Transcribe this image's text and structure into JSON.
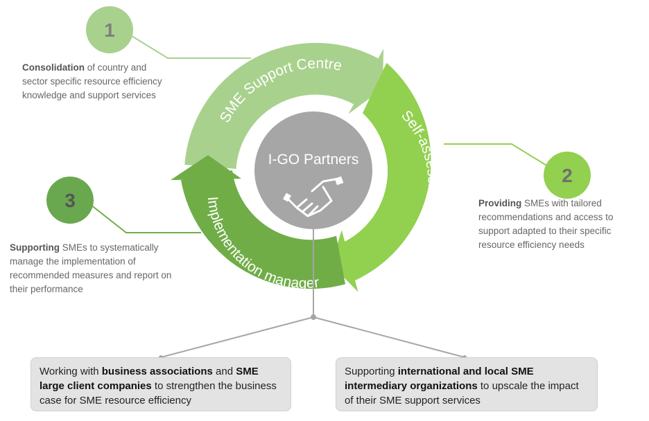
{
  "center": {
    "label": "I-GO Partners",
    "icon": "handshake-icon"
  },
  "ring": {
    "arc1_label": "SME Support Centre",
    "arc2_label": "Self-assessment tool",
    "arc3_label": "Implementation manager"
  },
  "steps": [
    {
      "number": "1",
      "bold": "Consolidation",
      "text": " of country and sector specific resource efficiency knowledge and support services"
    },
    {
      "number": "2",
      "bold": "Providing",
      "text": " SMEs with tailored recommendations and access to support adapted to their specific resource efficiency needs"
    },
    {
      "number": "3",
      "bold": "Supporting",
      "text": " SMEs to systematically manage the implementation of recommended measures and report on their performance"
    }
  ],
  "boxes": [
    {
      "t1": "Working with ",
      "b1": "business associations",
      "t2": " and ",
      "b2": "SME large client companies",
      "t3": " to strengthen the business case for SME resource efficiency"
    },
    {
      "t1": "Supporting ",
      "b1": "international and local SME intermediary organizations",
      "t2": " to upscale the impact of their SME support services"
    }
  ],
  "colors": {
    "arc1": "#a9d18e",
    "arc2": "#92d050",
    "arc3": "#70ad47",
    "circle1": "#a9d18e",
    "circle2": "#92d050",
    "circle3": "#6aa84f",
    "center": "#a6a6a6",
    "connector": "#a9d18e",
    "tree": "#a6a6a6"
  }
}
